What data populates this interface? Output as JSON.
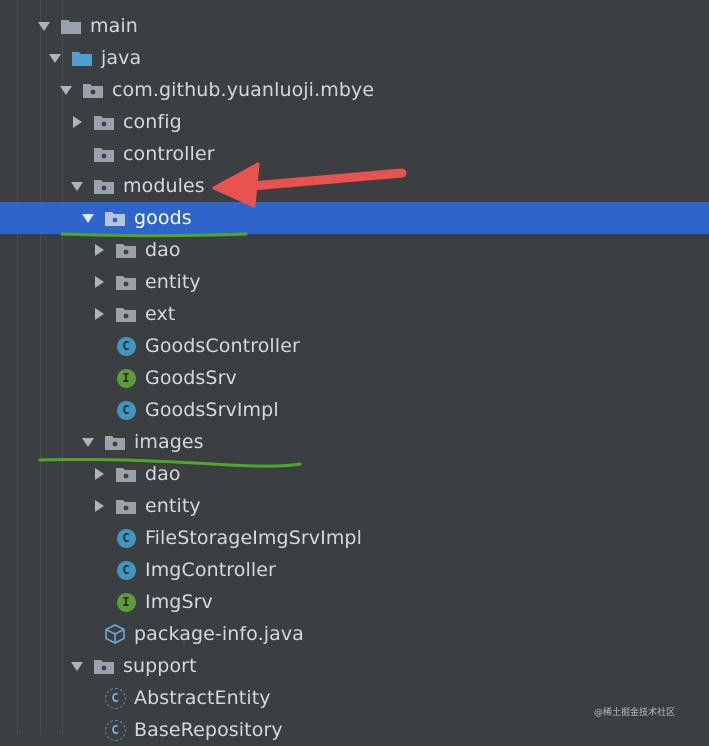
{
  "tree": {
    "items": [
      {
        "label": "main",
        "icon": "folder-icon",
        "expanded": true
      },
      {
        "label": "java",
        "icon": "source-folder-icon",
        "expanded": true
      },
      {
        "label": "com.github.yuanluoji.mbye",
        "icon": "package-icon",
        "expanded": true
      },
      {
        "label": "config",
        "icon": "package-icon",
        "expanded": false
      },
      {
        "label": "controller",
        "icon": "package-icon"
      },
      {
        "label": "modules",
        "icon": "package-icon",
        "expanded": true
      },
      {
        "label": "goods",
        "icon": "package-icon",
        "expanded": true,
        "selected": true
      },
      {
        "label": "dao",
        "icon": "package-icon",
        "expanded": false
      },
      {
        "label": "entity",
        "icon": "package-icon",
        "expanded": false
      },
      {
        "label": "ext",
        "icon": "package-icon",
        "expanded": false
      },
      {
        "label": "GoodsController",
        "icon": "class-icon",
        "badge": "C"
      },
      {
        "label": "GoodsSrv",
        "icon": "interface-icon",
        "badge": "I"
      },
      {
        "label": "GoodsSrvImpl",
        "icon": "class-icon",
        "badge": "C"
      },
      {
        "label": "images",
        "icon": "package-icon",
        "expanded": true
      },
      {
        "label": "dao",
        "icon": "package-icon",
        "expanded": false
      },
      {
        "label": "entity",
        "icon": "package-icon",
        "expanded": false
      },
      {
        "label": "FileStorageImgSrvImpl",
        "icon": "class-icon",
        "badge": "C"
      },
      {
        "label": "ImgController",
        "icon": "class-icon",
        "badge": "C"
      },
      {
        "label": "ImgSrv",
        "icon": "interface-icon",
        "badge": "I"
      },
      {
        "label": "package-info.java",
        "icon": "package-info-icon"
      },
      {
        "label": "support",
        "icon": "package-icon",
        "expanded": true
      },
      {
        "label": "AbstractEntity",
        "icon": "abstract-class-icon",
        "badge": "C"
      },
      {
        "label": "BaseRepository",
        "icon": "abstract-class-icon",
        "badge": "C"
      }
    ]
  },
  "colors": {
    "background": "#3c3f41",
    "selection": "#2f65ca",
    "folder": "#9aa3ab",
    "source_folder": "#4f9fcf",
    "class_badge": "#3f97bd",
    "interface_badge": "#5f9b3b",
    "annotation_arrow": "#e8524f",
    "underline": "#4fa72a"
  },
  "watermark": "@稀土掘金技术社区"
}
